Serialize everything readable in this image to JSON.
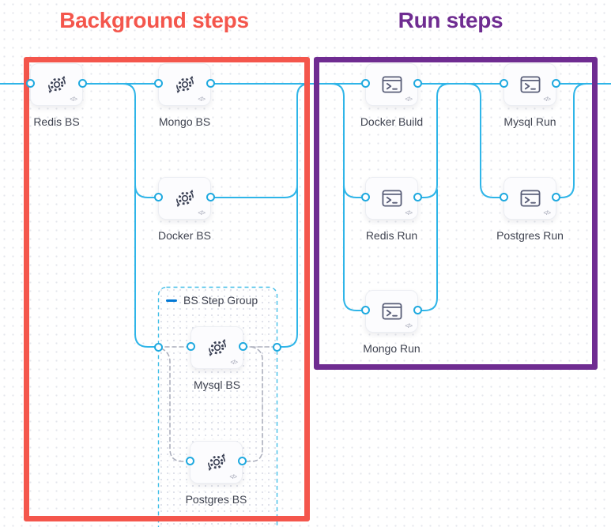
{
  "titles": {
    "background_steps": "Background steps",
    "run_steps": "Run steps"
  },
  "group": {
    "label": "BS Step Group"
  },
  "nodes": {
    "redis_bs": {
      "label": "Redis BS",
      "type": "background-step"
    },
    "mongo_bs": {
      "label": "Mongo BS",
      "type": "background-step"
    },
    "docker_bs": {
      "label": "Docker BS",
      "type": "background-step"
    },
    "mysql_bs": {
      "label": "Mysql BS",
      "type": "background-step"
    },
    "postgres_bs": {
      "label": "Postgres BS",
      "type": "background-step"
    },
    "docker_build": {
      "label": "Docker Build",
      "type": "run-step"
    },
    "mysql_run": {
      "label": "Mysql Run",
      "type": "run-step"
    },
    "redis_run": {
      "label": "Redis Run",
      "type": "run-step"
    },
    "postgres_run": {
      "label": "Postgres Run",
      "type": "run-step"
    },
    "mongo_run": {
      "label": "Mongo Run",
      "type": "run-step"
    }
  },
  "icons": {
    "code_glyph": "</>",
    "background_step_icon": "gear-sync-icon",
    "run_step_icon": "terminal-icon",
    "group_collapse_icon": "minus-dash-icon"
  },
  "colors": {
    "background_accent": "#F4564C",
    "run_accent": "#6F2C91",
    "connection": "#2FB5E8",
    "dashed_connection": "#AEB1BE",
    "group_border": "#41BEE8",
    "port_ring": "#1FA9DF",
    "label_text": "#3F4350"
  }
}
